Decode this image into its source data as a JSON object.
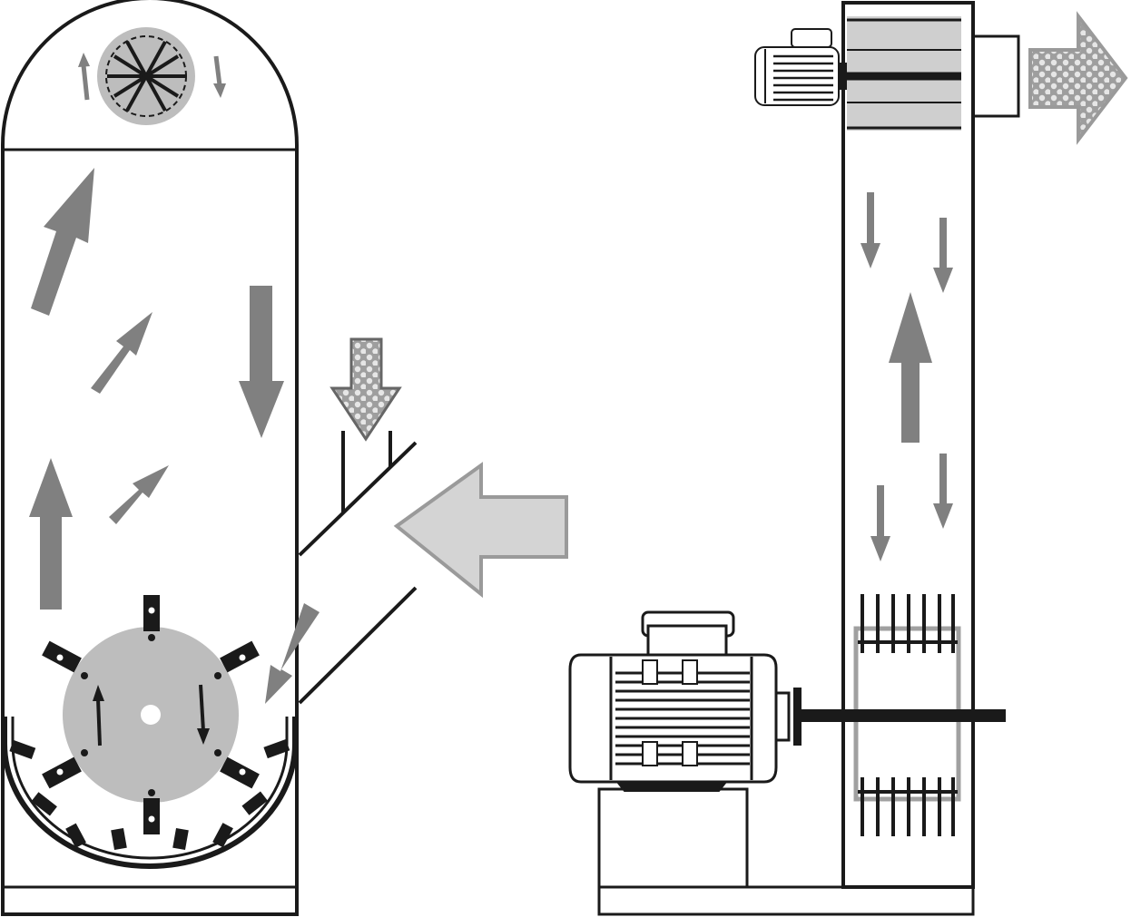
{
  "diagram": {
    "kind": "mill-classifier-schematic",
    "views": [
      "side-section",
      "front-elevation"
    ],
    "icons": {
      "classifier_wheel": "classifier-wheel-icon",
      "rotor": "grinding-rotor-icon",
      "motor": "electric-motor-icon",
      "airflow": "air-flow-arrow-icon",
      "material": "material-flow-arrow-icon"
    },
    "colors": {
      "line": "#1a1a1a",
      "flow_arrow": "#808080",
      "inlet_arrow": "#d4d4d4",
      "inlet_arrow_stroke": "#9a9a9a",
      "wheel_fill": "#bdbdbd",
      "material_fill": "#9e9e9e",
      "material_dots": "#e6e6e6",
      "screen_fill": "#cfcfcf"
    }
  }
}
